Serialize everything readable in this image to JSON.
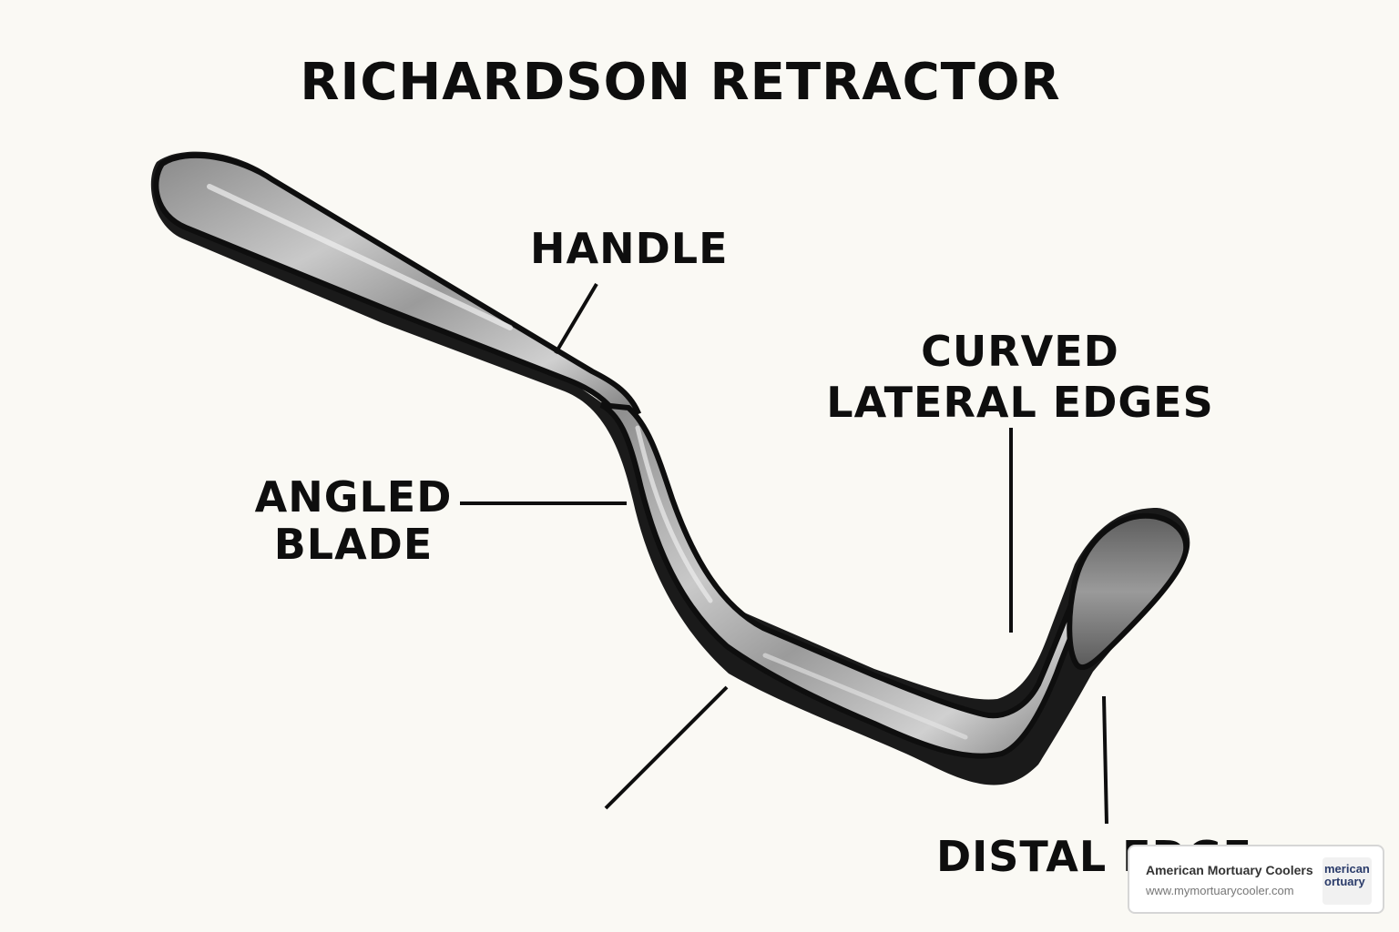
{
  "title": "RICHARDSON RETRACTOR",
  "labels": {
    "handle": "HANDLE",
    "curved_line1": "CURVED",
    "curved_line2": "LATERAL EDGES",
    "angled_line1": "ANGLED",
    "angled_line2": "BLADE",
    "distal": "DISTAL EDGE"
  },
  "watermark": {
    "name": "American Mortuary Coolers",
    "url": "www.mymortuarycooler.com",
    "logo_text": "merican\nortuary"
  },
  "colors": {
    "background": "#faf9f4",
    "ink": "#0e0e0e",
    "steel_light": "#d4d4d4",
    "steel_dark": "#6b6b6b"
  }
}
